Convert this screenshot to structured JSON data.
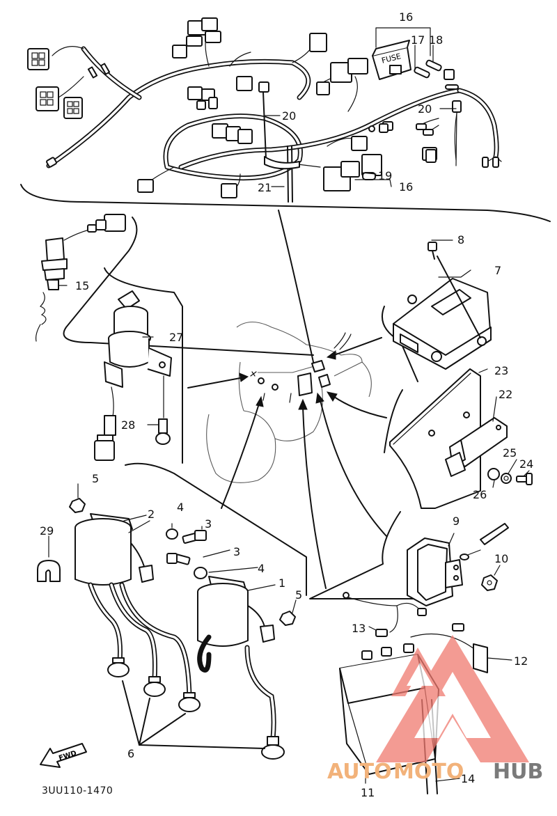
{
  "diagram": {
    "part_numbers": [
      "1",
      "2",
      "3",
      "3",
      "4",
      "4",
      "5",
      "5",
      "6",
      "7",
      "8",
      "9",
      "10",
      "11",
      "12",
      "13",
      "14",
      "15",
      "16",
      "16",
      "17",
      "18",
      "19",
      "20",
      "20",
      "21",
      "22",
      "23",
      "24",
      "25",
      "26",
      "27",
      "28",
      "29"
    ],
    "labels": {
      "p1": "1",
      "p2": "2",
      "p3a": "3",
      "p3b": "3",
      "p4a": "4",
      "p4b": "4",
      "p5a": "5",
      "p5b": "5",
      "p6": "6",
      "p7": "7",
      "p8": "8",
      "p9": "9",
      "p10": "10",
      "p11": "11",
      "p12": "12",
      "p13": "13",
      "p14": "14",
      "p15": "15",
      "p16a": "16",
      "p16b": "16",
      "p17": "17",
      "p18": "18",
      "p19": "19",
      "p20a": "20",
      "p20b": "20",
      "p21": "21",
      "p22": "22",
      "p23": "23",
      "p24": "24",
      "p25": "25",
      "p26": "26",
      "p27": "27",
      "p28": "28",
      "p29": "29"
    },
    "fuse_text": "FUSE",
    "fwd_text": "FWD",
    "diagram_code": "3UU110-1470"
  },
  "watermark": {
    "text_auto": "AUTO",
    "text_moto": "MOTO",
    "text_hub": "HUB",
    "colors": {
      "triangle": "#f07a70",
      "auto": "#f2b27a",
      "hub": "#7a7a7a"
    }
  }
}
